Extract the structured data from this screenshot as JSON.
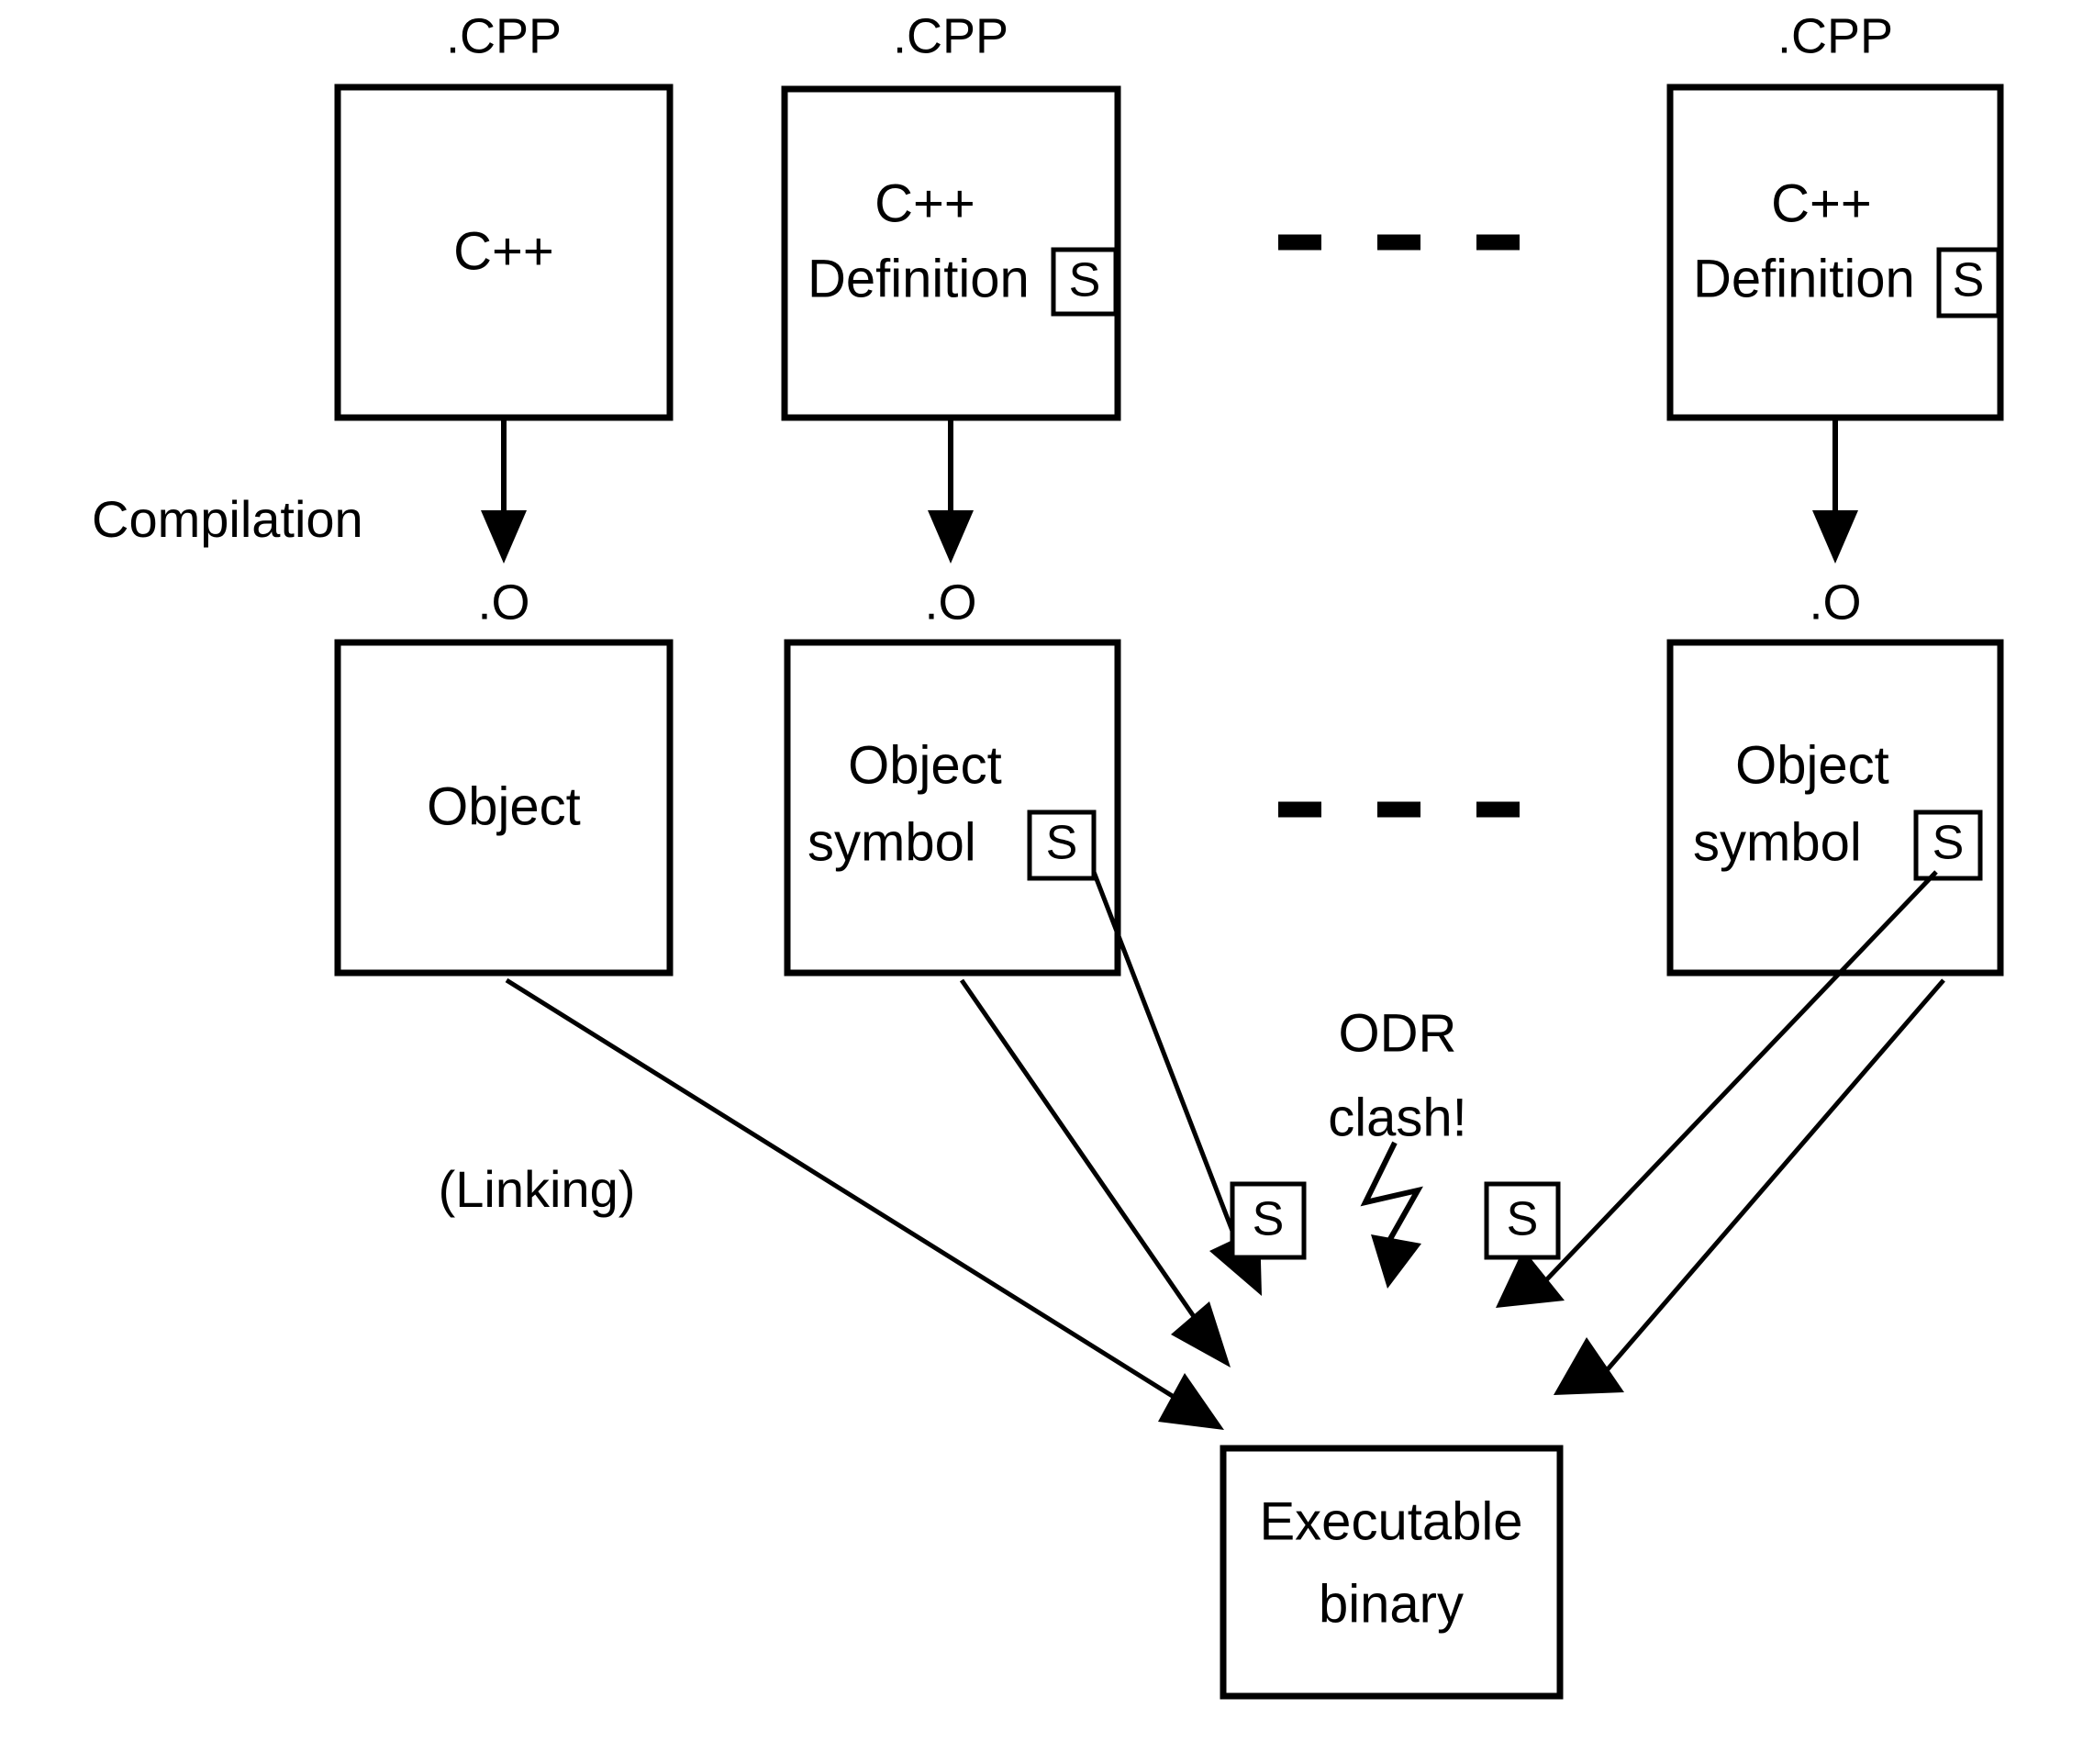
{
  "diagram": {
    "title": "C++ compilation and linking ODR clash diagram",
    "colors": {
      "stroke": "#000000",
      "fill": "#ffffff"
    },
    "source_row": {
      "caption": ".CPP",
      "nodes": [
        {
          "id": "src-1",
          "line1": "C++",
          "line2": "",
          "symbol": ""
        },
        {
          "id": "src-2",
          "line1": "C++",
          "line2": "Definition",
          "symbol": "S"
        },
        {
          "id": "src-n",
          "line1": "C++",
          "line2": "Definition",
          "symbol": "S"
        }
      ],
      "ellipsis": "- - -"
    },
    "object_row": {
      "caption": ".O",
      "nodes": [
        {
          "id": "obj-1",
          "line1": "Object",
          "line2": "",
          "symbol": ""
        },
        {
          "id": "obj-2",
          "line1": "Object",
          "line2": "symbol",
          "symbol": "S"
        },
        {
          "id": "obj-n",
          "line1": "Object",
          "line2": "symbol",
          "symbol": "S"
        }
      ],
      "ellipsis": "- - -"
    },
    "stage_labels": {
      "compilation": "Compilation",
      "linking": "(Linking)"
    },
    "clash": {
      "line1": "ODR",
      "line2": "clash!",
      "left_symbol": "S",
      "right_symbol": "S",
      "bolt_name": "lightning-bolt"
    },
    "output": {
      "line1": "Executable",
      "line2": "binary"
    }
  }
}
